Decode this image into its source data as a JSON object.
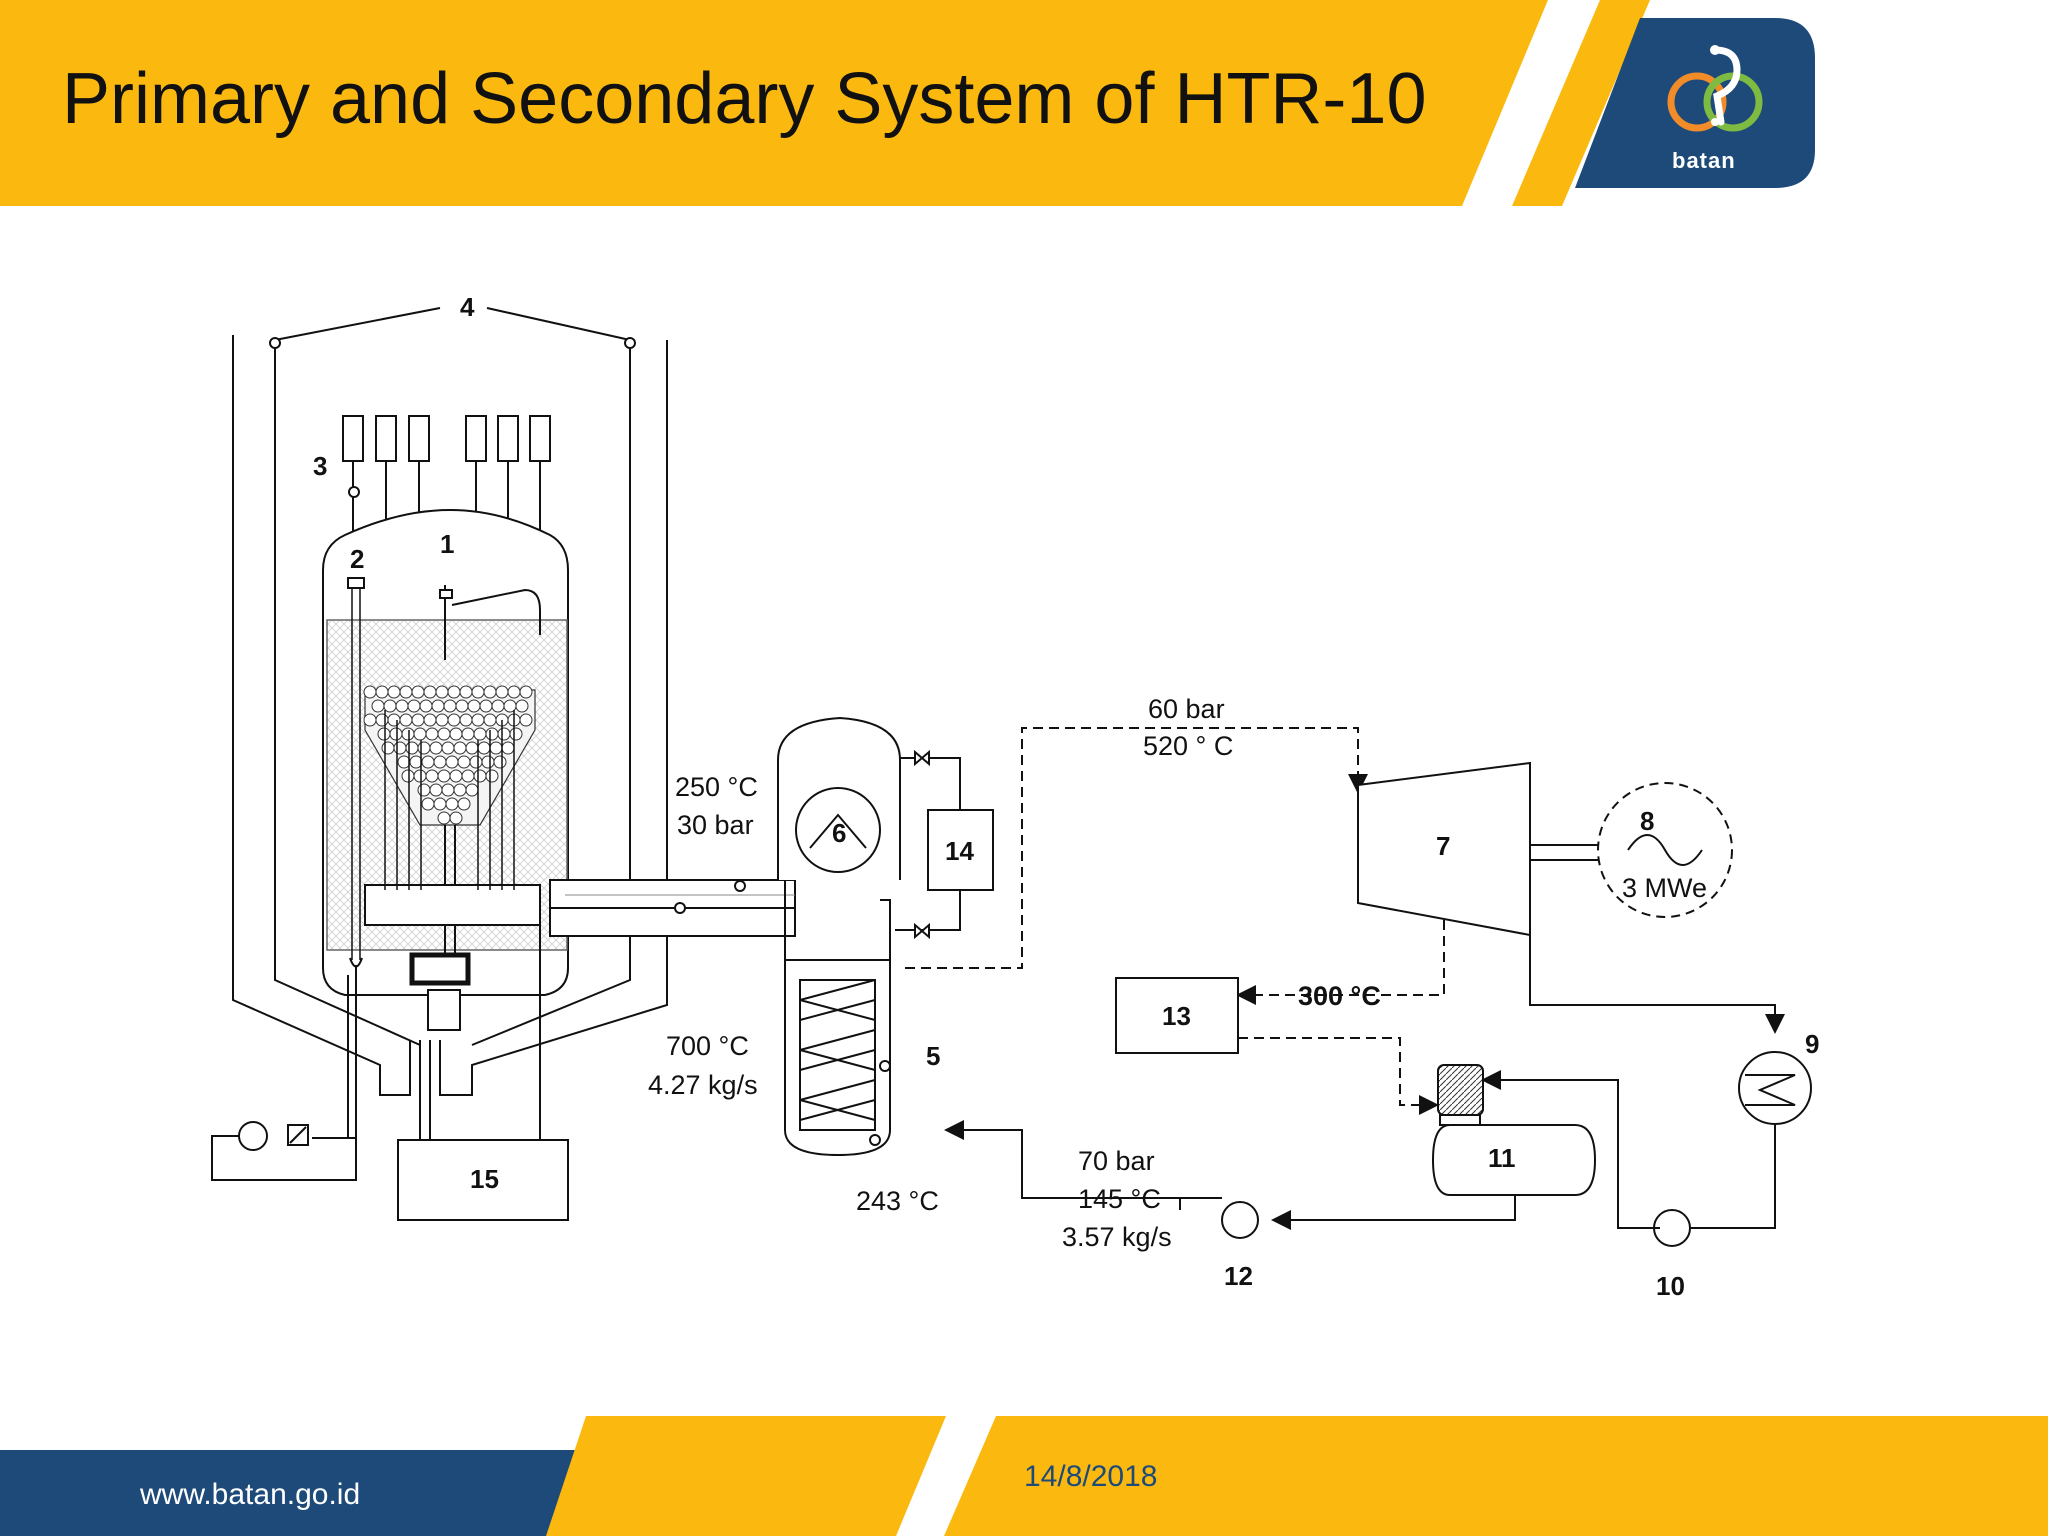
{
  "slide": {
    "title": "Primary and Secondary System of HTR-10",
    "logo_text": "batan",
    "footer_url": "www.batan.go.id",
    "footer_date": "14/8/2018"
  },
  "colors": {
    "accent_yellow": "#FBB90F",
    "brand_navy": "#1E4A7A",
    "logo_orange": "#F28C28",
    "logo_green": "#7DBB42"
  },
  "diagram": {
    "component_numbers": [
      "1",
      "2",
      "3",
      "4",
      "5",
      "6",
      "7",
      "8",
      "9",
      "10",
      "11",
      "12",
      "13",
      "14",
      "15"
    ],
    "labels": {
      "steam_pressure": "60 bar",
      "steam_temp": "520 ° C",
      "inlet_temp": "250 °C",
      "inlet_pressure": "30 bar",
      "outlet_temp": "700 °C",
      "outlet_flow": "4.27 kg/s",
      "sg_bottom_temp": "243 °C",
      "fw_pressure": "70 bar",
      "fw_temp": "145 °C",
      "fw_flow": "3.57 kg/s",
      "extraction_temp": "300 °C",
      "generator_power": "3 MWe"
    }
  }
}
